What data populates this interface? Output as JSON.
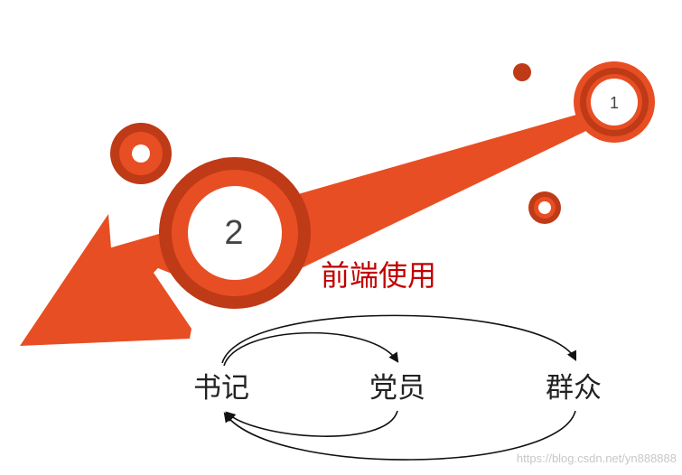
{
  "badges": {
    "step_one": "1",
    "step_two": "2"
  },
  "title": "前端使用",
  "nodes": {
    "left": "书记",
    "middle": "党员",
    "right": "群众"
  },
  "watermark": "https://blog.csdn.net/yn888888",
  "colors": {
    "accent": "#E84E23",
    "accent_dark": "#BF3A17",
    "title_red": "#C00000",
    "text": "#222222",
    "watermark": "#c7c7c7"
  }
}
